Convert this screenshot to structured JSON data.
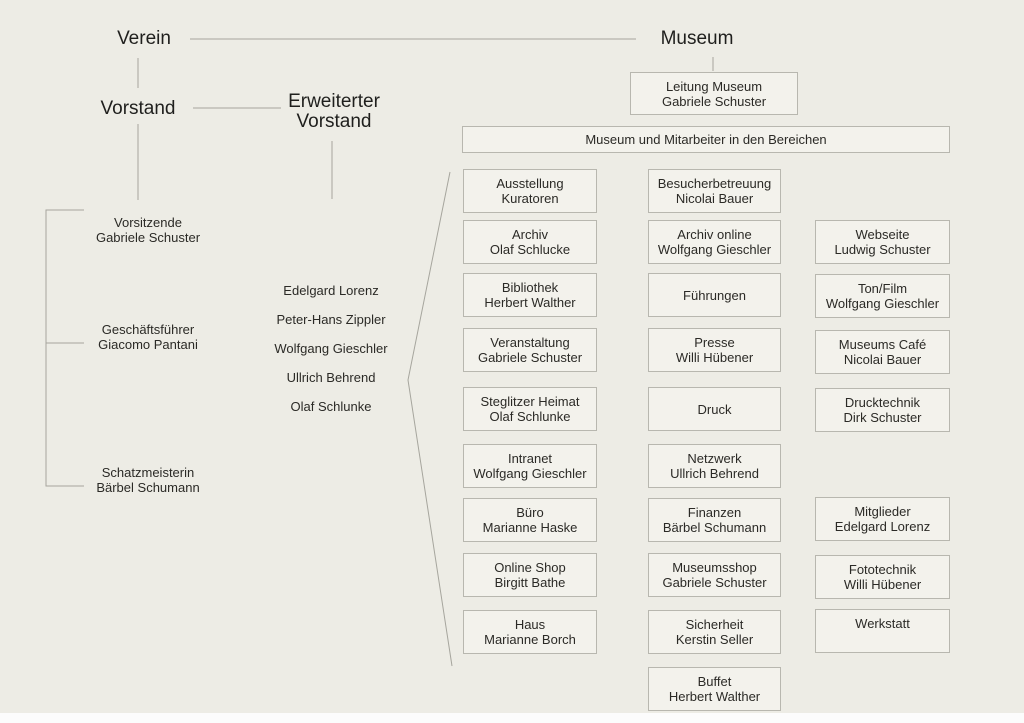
{
  "titles": {
    "verein": "Verein",
    "vorstand": "Vorstand",
    "erweiterter_vorstand": [
      "Erweiterter",
      "Vorstand"
    ],
    "museum": "Museum"
  },
  "board": {
    "items": [
      {
        "role": "Vorsitzende",
        "name": "Gabriele Schuster"
      },
      {
        "role": "Geschäftsführer",
        "name": "Giacomo Pantani"
      },
      {
        "role": "Schatzmeisterin",
        "name": "Bärbel Schumann"
      }
    ]
  },
  "extended_board_members": [
    "Edelgard Lorenz",
    "Peter-Hans Zippler",
    "Wolfgang Gieschler",
    "Ullrich Behrend",
    "Olaf Schlunke"
  ],
  "museum": {
    "leitung": {
      "lines": [
        "Leitung Museum",
        "Gabriele Schuster"
      ]
    },
    "banner": "Museum und Mitarbeiter in den Bereichen",
    "columns": [
      {
        "boxes": [
          {
            "lines": [
              "Ausstellung",
              "Kuratoren"
            ]
          },
          {
            "lines": [
              "Archiv",
              "Olaf Schlucke"
            ]
          },
          {
            "lines": [
              "Bibliothek",
              "Herbert Walther"
            ]
          },
          {
            "lines": [
              "Veranstaltung",
              "Gabriele Schuster"
            ]
          },
          {
            "lines": [
              "Steglitzer Heimat",
              "Olaf Schlunke"
            ]
          },
          {
            "lines": [
              "Intranet",
              "Wolfgang Gieschler"
            ]
          },
          {
            "lines": [
              "Büro",
              "Marianne Haske"
            ]
          },
          {
            "lines": [
              "Online Shop",
              "Birgitt Bathe"
            ]
          },
          {
            "lines": [
              "Haus",
              "Marianne Borch"
            ]
          }
        ]
      },
      {
        "boxes": [
          {
            "lines": [
              "Besucherbetreuung",
              "Nicolai Bauer"
            ]
          },
          {
            "lines": [
              "Archiv online",
              "Wolfgang Gieschler"
            ]
          },
          {
            "lines": [
              "Führungen"
            ]
          },
          {
            "lines": [
              "Presse",
              "Willi Hübener"
            ]
          },
          {
            "lines": [
              "Druck"
            ]
          },
          {
            "lines": [
              "Netzwerk",
              "Ullrich Behrend"
            ]
          },
          {
            "lines": [
              "Finanzen",
              "Bärbel Schumann"
            ]
          },
          {
            "lines": [
              "Museumsshop",
              "Gabriele Schuster"
            ]
          },
          {
            "lines": [
              "Sicherheit",
              "Kerstin Seller"
            ]
          },
          {
            "lines": [
              "Buffet",
              "Herbert Walther"
            ]
          }
        ]
      },
      {
        "boxes": [
          {
            "lines": [
              "Webseite",
              "Ludwig Schuster"
            ]
          },
          {
            "lines": [
              "Ton/Film",
              "Wolfgang Gieschler"
            ]
          },
          {
            "lines": [
              "Museums Café",
              "Nicolai Bauer"
            ]
          },
          {
            "lines": [
              "Drucktechnik",
              "Dirk Schuster"
            ]
          },
          {
            "lines": [
              "Mitglieder",
              "Edelgard Lorenz"
            ]
          },
          {
            "lines": [
              "Fototechnik",
              "Willi Hübener"
            ]
          },
          {
            "lines": [
              "Werkstatt",
              ""
            ]
          }
        ]
      }
    ]
  },
  "colors": {
    "background": "#edece5",
    "box_fill": "#f3f2ec",
    "box_border": "#b8b7af",
    "connector": "#a6a59d",
    "text": "#2b2a26"
  }
}
